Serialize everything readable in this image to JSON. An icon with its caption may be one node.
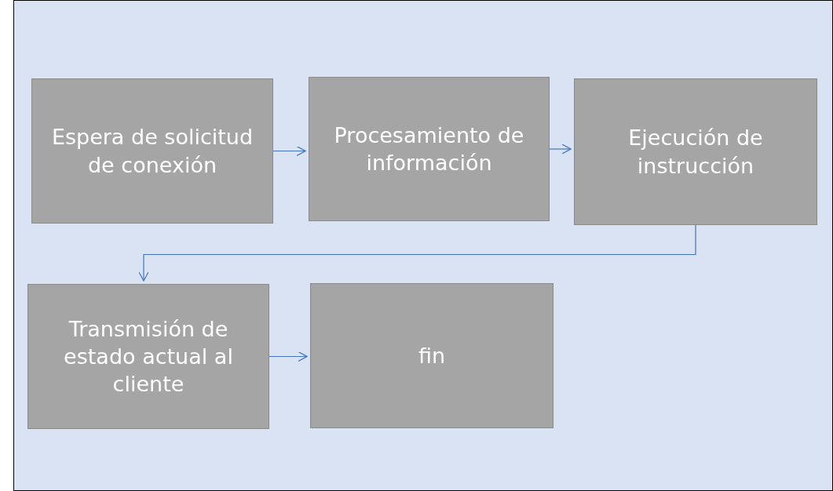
{
  "diagram": {
    "nodes": [
      {
        "text": [
          "Espera de solicitud de conexión"
        ]
      },
      {
        "text": [
          "Procesamiento de información"
        ]
      },
      {
        "text": [
          "Ejecución de instrucción"
        ]
      },
      {
        "text": [
          "Transmisión de estado actual al cliente"
        ]
      },
      {
        "text": [
          "fin"
        ]
      }
    ],
    "edges": [
      {
        "from": 0,
        "to": 1,
        "arrow": "to"
      },
      {
        "from": 1,
        "to": 2,
        "arrow": "to"
      },
      {
        "from": 2,
        "to": 3,
        "arrow": "to"
      },
      {
        "from": 3,
        "to": 4,
        "arrow": "to"
      }
    ]
  }
}
